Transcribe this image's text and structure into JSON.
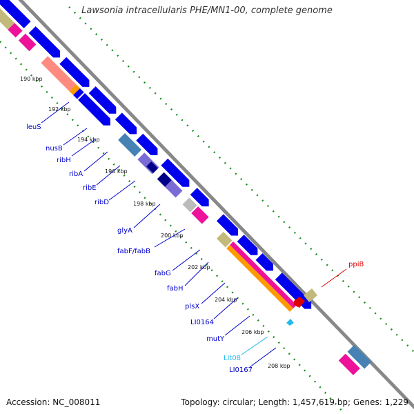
{
  "title": "Lawsonia intracellularis PHE/MN1-00, complete genome",
  "footer": {
    "accession": "Accession: NC_008011",
    "topology": "Topology: circular; Length: 1,457,619 bp; Genes: 1,229"
  },
  "ticks": [
    "190 kbp",
    "192 kbp",
    "194 kbp",
    "196 kbp",
    "198 kbp",
    "200 kbp",
    "202 kbp",
    "204 kbp",
    "206 kbp",
    "208 kbp"
  ],
  "genes": [
    {
      "id": "leuS",
      "label": "leuS",
      "color": "#0000cc"
    },
    {
      "id": "nusB",
      "label": "nusB",
      "color": "#0000cc"
    },
    {
      "id": "ribH",
      "label": "ribH",
      "color": "#0000cc"
    },
    {
      "id": "ribA",
      "label": "ribA",
      "color": "#0000cc"
    },
    {
      "id": "ribE",
      "label": "ribE",
      "color": "#0000cc"
    },
    {
      "id": "ribD",
      "label": "ribD",
      "color": "#0000cc"
    },
    {
      "id": "glyA",
      "label": "glyA",
      "color": "#0000cc"
    },
    {
      "id": "fabF",
      "label": "fabF/fabB",
      "color": "#0000cc"
    },
    {
      "id": "fabG",
      "label": "fabG",
      "color": "#0000cc"
    },
    {
      "id": "fabH",
      "label": "fabH",
      "color": "#0000cc"
    },
    {
      "id": "plsX",
      "label": "plsX",
      "color": "#0000cc"
    },
    {
      "id": "LI0164",
      "label": "LI0164",
      "color": "#0000cc"
    },
    {
      "id": "mutY",
      "label": "mutY",
      "color": "#0000cc"
    },
    {
      "id": "Llt08",
      "label": "Llt08",
      "color": "#22bbee"
    },
    {
      "id": "LI0167",
      "label": "LI0167",
      "color": "#0000cc"
    },
    {
      "id": "ppiB",
      "label": "ppiB",
      "color": "#dd0000"
    }
  ],
  "colors": {
    "cds": "#0000ee",
    "rna": "#ff8a80",
    "pink": "#ee1199",
    "olive": "#c2b97a",
    "steel": "#4682b4",
    "navy": "#000088",
    "purple": "#7a6bd6",
    "grey": "#bbbbbb",
    "orange": "#ff9900",
    "red": "#dd0000",
    "backbone": "#888888",
    "gc_dots": "#1f8f1f"
  }
}
